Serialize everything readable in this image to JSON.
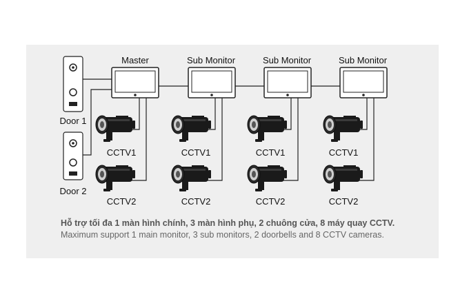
{
  "doors": [
    {
      "label": "Door 1"
    },
    {
      "label": "Door 2"
    }
  ],
  "monitors": [
    {
      "label": "Master",
      "cameras": [
        {
          "label": "CCTV1"
        },
        {
          "label": "CCTV2"
        }
      ]
    },
    {
      "label": "Sub Monitor",
      "cameras": [
        {
          "label": "CCTV1"
        },
        {
          "label": "CCTV2"
        }
      ]
    },
    {
      "label": "Sub Monitor",
      "cameras": [
        {
          "label": "CCTV1"
        },
        {
          "label": "CCTV2"
        }
      ]
    },
    {
      "label": "Sub Monitor",
      "cameras": [
        {
          "label": "CCTV1"
        },
        {
          "label": "CCTV2"
        }
      ]
    }
  ],
  "caption": {
    "vi": "Hỗ trợ tối đa 1 màn hình chính, 3 màn hình phụ, 2 chuông cửa, 8 máy quay CCTV.",
    "en": "Maximum support 1 main monitor, 3 sub monitors, 2 doorbells and 8 CCTV cameras."
  },
  "colors": {
    "background": "#efefef",
    "line": "#222222",
    "device_fill": "#ffffff",
    "camera": "#1a1a1a"
  }
}
